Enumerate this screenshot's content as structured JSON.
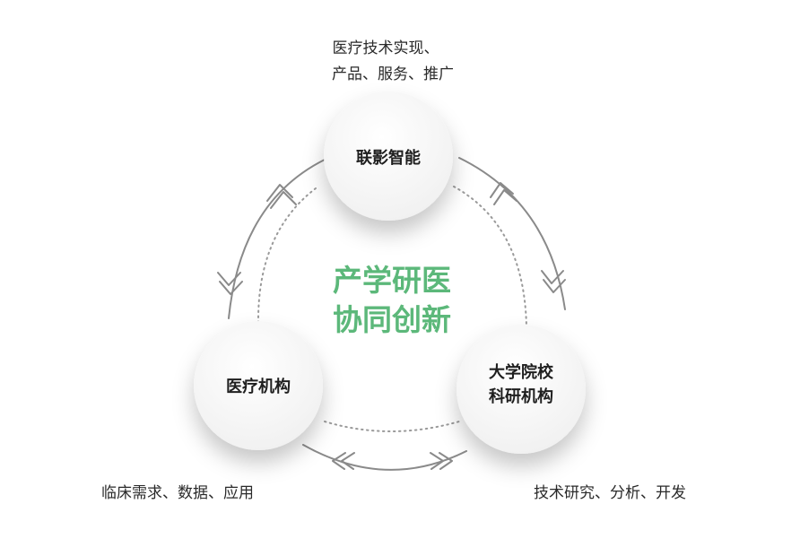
{
  "center": {
    "line1": "产学研医",
    "line2": "协同创新",
    "color": "#5cb87a"
  },
  "nodes": {
    "top": {
      "label": "联影智能"
    },
    "left": {
      "label": "医疗机构"
    },
    "right": {
      "line1": "大学院校",
      "line2": "科研机构"
    }
  },
  "captions": {
    "top": {
      "line1": "医疗技术实现、",
      "line2": "产品、服务、推广"
    },
    "left": {
      "text": "临床需求、数据、应用"
    },
    "right": {
      "text": "技术研究、分析、开发"
    }
  },
  "colors": {
    "arc": "#8a8a8a",
    "dotted": "#9a9a9a",
    "node_fill": "#fafafa",
    "text": "#1f1f1f"
  }
}
